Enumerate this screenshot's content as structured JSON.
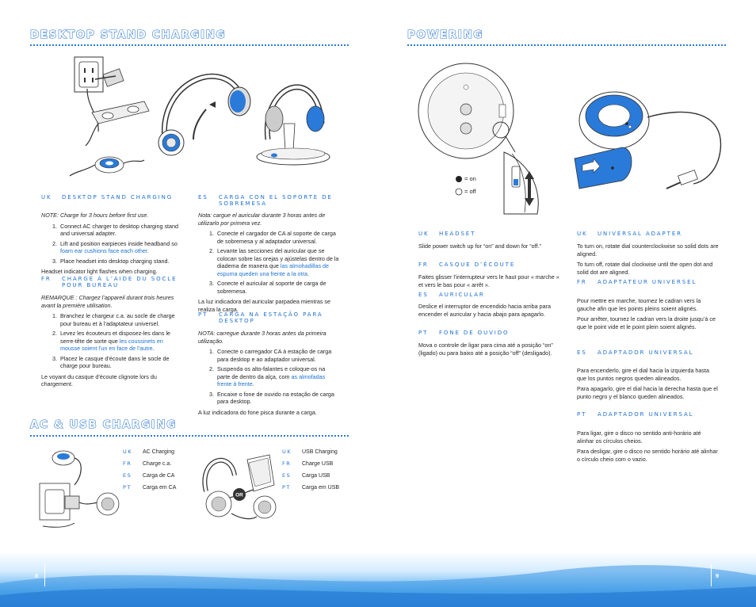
{
  "left_page": {
    "title": "DESKTOP STAND CHARGING",
    "uk": {
      "code": "UK",
      "title": "DESKTOP STAND CHARGING",
      "note": "NOTE: Charge for 3 hours before first use.",
      "step1": "Connect AC charger to desktop charging stand and universal adapter.",
      "step2_pre": "Lift and position earpieces inside headband so ",
      "step2_hl": "foam ear cushions face each other",
      "step2_post": ".",
      "step3": "Place headset into desktop charging stand.",
      "footer": "Headset indicator light flashes when charging."
    },
    "fr": {
      "code": "FR",
      "title": "CHARGE À L’AIDE DU SOCLE POUR BUREAU",
      "note": "REMARQUE : Chargez l’appareil durant trois heures avant la première utilisation.",
      "step1": "Branchez le chargeur c.a. au socle de charge pour bureau et à l’adaptateur universel.",
      "step2_pre": "Levez les écouteurs et disposez-les dans le serre-tête de sorte que ",
      "step2_hl": "les coussinets en mousse soient l’un en face de l’autre",
      "step2_post": ".",
      "step3": "Placez le casque d’écoute dans le socle de charge pour bureau.",
      "footer": "Le voyant du casque d’écoute clignote lors du chargement."
    },
    "es": {
      "code": "ES",
      "title": "CARGA CON EL SOPORTE DE SOBREMESA",
      "note": "Nota: cargue el auricular durante 3 horas antes de utilizarlo por primera vez.",
      "step1": "Conecte el cargador de CA al soporte de carga de sobremesa y al adaptador universal.",
      "step2_pre": "Levante las secciones del auricular que se colocan sobre las orejas y ajústelas dentro de la diadema de manera que ",
      "step2_hl": "las almohadillas de espuma queden una frente a la otra",
      "step2_post": ".",
      "step3": "Conecte el auricular al soporte de carga de sobremesa.",
      "footer": "La luz indicadora del auricular parpadea mientras se realiza la carga."
    },
    "pt": {
      "code": "PT",
      "title": "CARGA NA ESTAÇÃO PARA DESKTOP",
      "note": "NOTA: carregue durante 3 horas antes da primeira utilização.",
      "step1": "Conecte o carregador CA à estação de carga para desktop e ao adaptador universal.",
      "step2_pre": "Suspenda os alto-falantes e coloque-os na parte de dentro da alça, com ",
      "step2_hl": "as almofadas frente à frente",
      "step2_post": ".",
      "step3": "Encaixe o fone de ouvido na estação de carga para desktop.",
      "footer": "A luz indicadora do fone pisca durante a carga."
    },
    "ac_title": "AC & USB CHARGING",
    "ac_list": [
      {
        "code": "UK",
        "label": "AC Charging"
      },
      {
        "code": "FR",
        "label": "Charge c.a."
      },
      {
        "code": "ES",
        "label": "Carga de CA"
      },
      {
        "code": "PT",
        "label": "Carga em CA"
      }
    ],
    "usb_list": [
      {
        "code": "UK",
        "label": "USB Charging"
      },
      {
        "code": "FR",
        "label": "Charge USB"
      },
      {
        "code": "ES",
        "label": "Carga USB"
      },
      {
        "code": "PT",
        "label": "Carga em USB"
      }
    ],
    "or_badge": "OR",
    "page_number": "8"
  },
  "right_page": {
    "title": "POWERING",
    "legend_on": "= on",
    "legend_off": "= off",
    "uk_headset": {
      "code": "UK",
      "title": "HEADSET",
      "body": "Slide power switch up for “on” and down for “off.”"
    },
    "fr_casque": {
      "code": "FR",
      "title": "CASQUE D’ÉCOUTE",
      "body": "Faites glisser l’interrupteur vers le haut pour « marche » et vers le bas pour « arrêt »."
    },
    "es_auricular": {
      "code": "ES",
      "title": "AURICULAR",
      "body": "Deslice el interruptor de encendido hacia arriba para encender el auricular y hacia abajo para apagarlo."
    },
    "pt_fone": {
      "code": "PT",
      "title": "FONE DE OUVIDO",
      "body": "Mova o controle de ligar para cima até a posição “on” (ligado) ou para baixo até a posição “off” (desligado)."
    },
    "uk_adapter": {
      "code": "UK",
      "title": "UNIVERSAL ADAPTER",
      "p1": "To turn on, rotate dial counterclockwise so solid dots are aligned.",
      "p2": "To turn off, rotate dial clockwise until the open dot and solid dot are aligned."
    },
    "fr_adapter": {
      "code": "FR",
      "title": "ADAPTATEUR UNIVERSEL",
      "p1": "Pour mettre en marche, tournez le cadran vers la gauche afin que les points pleins soient alignés.",
      "p2": "Pour arrêter, tournez le cadran vers la droite jusqu’à ce que le point vide et le point plein soient alignés."
    },
    "es_adapter": {
      "code": "ES",
      "title": "ADAPTADOR UNIVERSAL",
      "p1": "Para encenderlo, gire el dial hacia la izquierda hasta que los puntos negros queden alineados.",
      "p2": "Para apagarlo, gire el dial hacia la derecha hasta que el punto negro y el blanco queden alineados."
    },
    "pt_adapter": {
      "code": "PT",
      "title": "ADAPTADOR UNIVERSAL",
      "p1": "Para ligar, gire o disco no sentido anti-horário até alinhar os círculos cheios.",
      "p2": "Para desligar, gire o disco no sentido horário até alinhar o círculo cheio com o vazio."
    },
    "page_number": "9"
  },
  "colors": {
    "accent": "#1d6fd1",
    "highlight": "#1a72d3",
    "footer_dark": "#2b86dc"
  }
}
